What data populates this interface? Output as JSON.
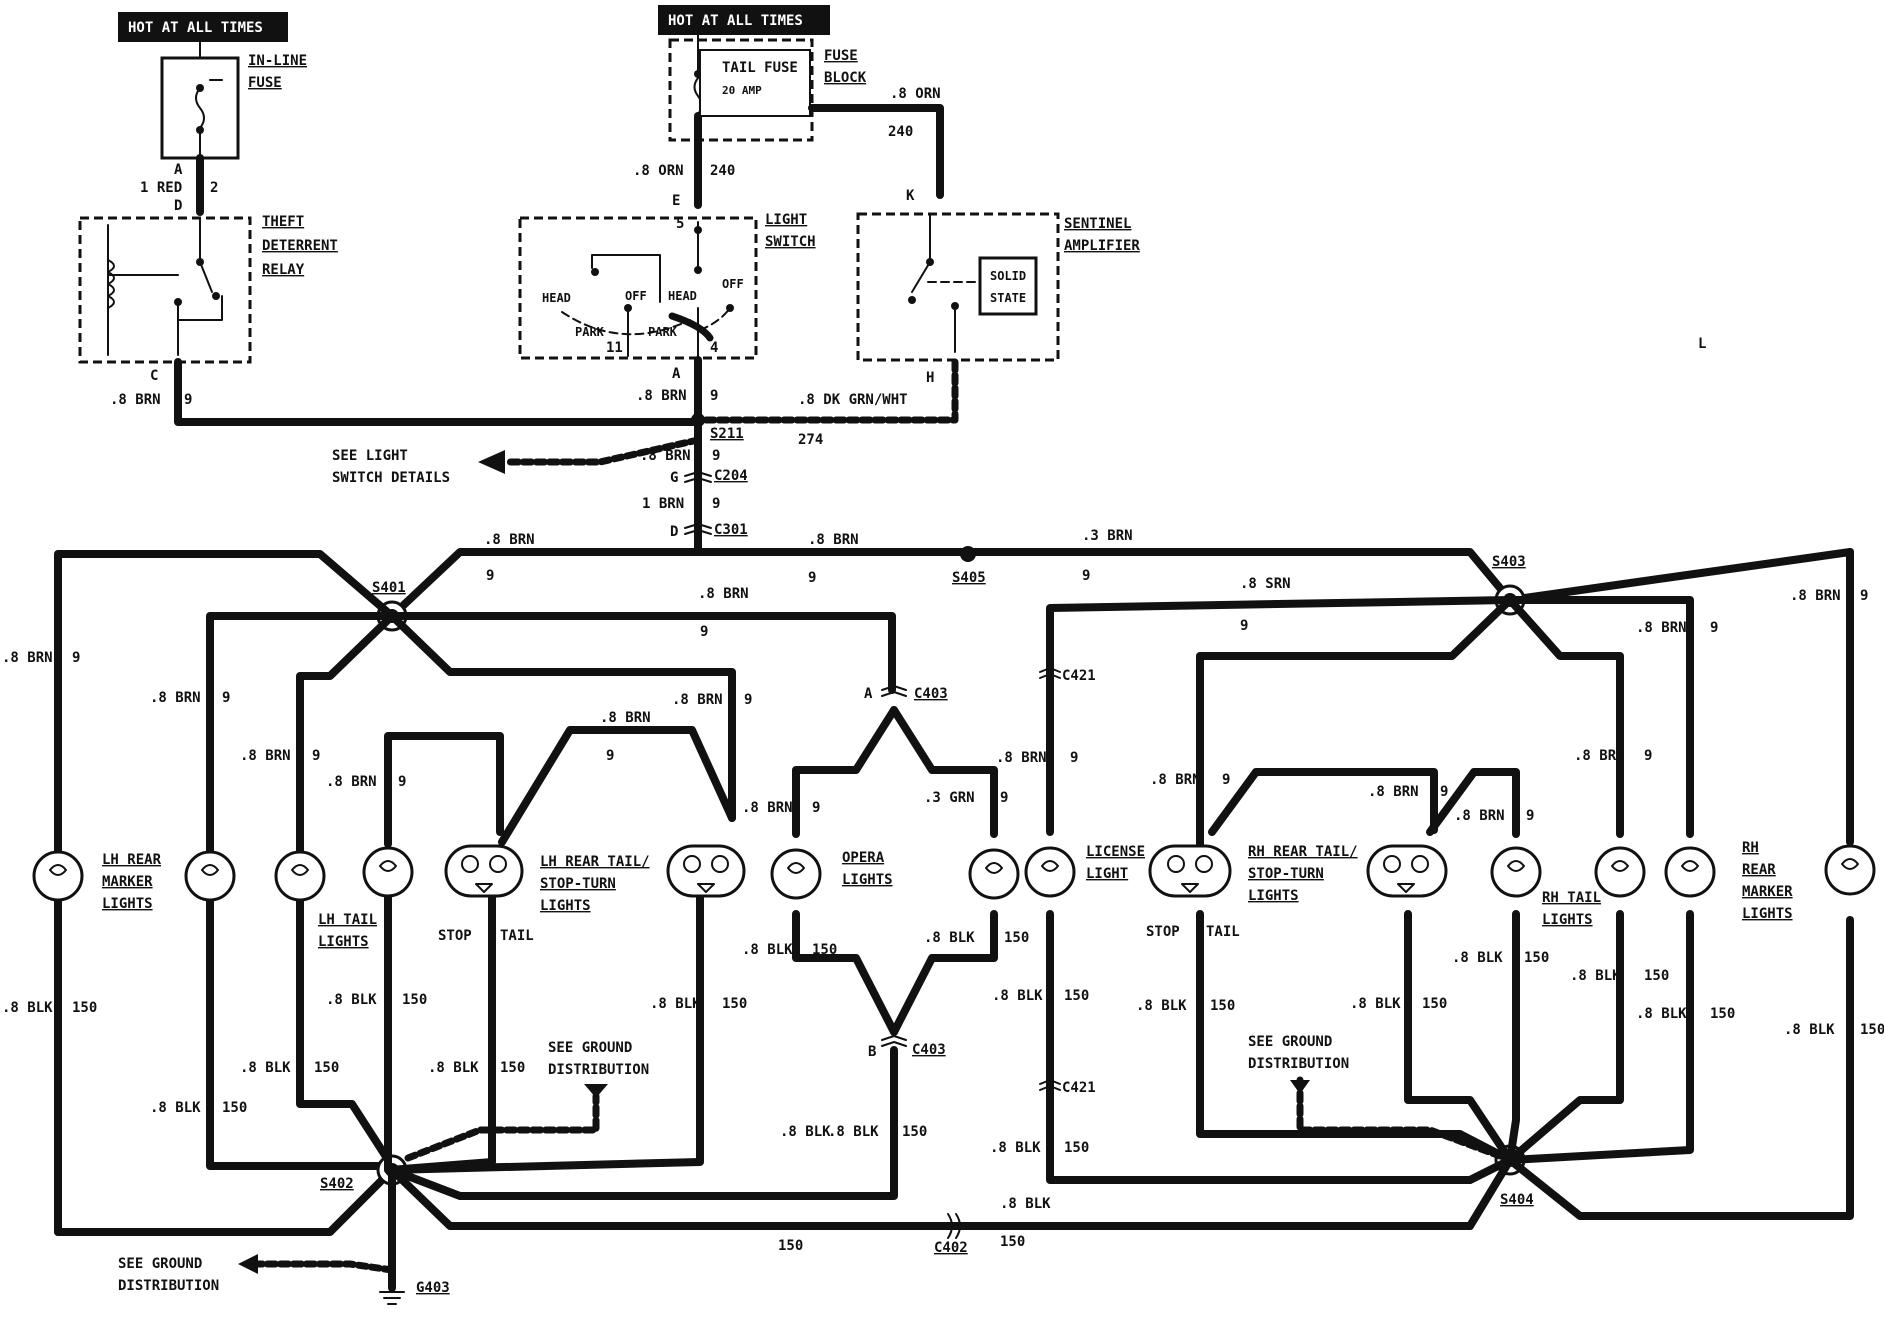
{
  "hot_labels": [
    "HOT AT ALL TIMES",
    "HOT AT ALL TIMES"
  ],
  "inline_fuse": {
    "label_1": "IN-LINE",
    "label_2": "FUSE"
  },
  "tail_fuse": {
    "name": "TAIL FUSE",
    "rating": "20 AMP",
    "block_1": "FUSE",
    "block_2": "BLOCK"
  },
  "theft_relay": {
    "l1": "THEFT",
    "l2": "DETERRENT",
    "l3": "RELAY",
    "in_pin": "A",
    "in_wire": "1 RED",
    "in_circuit": "2",
    "in_pin2": "D",
    "out_pin": "C",
    "out_wire": ".8 BRN",
    "out_circuit": "9"
  },
  "light_switch": {
    "l1": "LIGHT",
    "l2": "SWITCH",
    "in_wire": ".8 ORN",
    "in_circuit": "240",
    "in_pin": "E",
    "in_term": "5",
    "head_left": "HEAD",
    "off_left": "OFF",
    "park_left": "PARK",
    "head_right": "HEAD",
    "off_right": "OFF",
    "park_right": "PARK",
    "term_11": "11",
    "term_4": "4",
    "out_pin": "A",
    "out_wire": ".8 BRN",
    "out_circuit": "9"
  },
  "sentinel": {
    "l1": "SENTINEL",
    "l2": "AMPLIFIER",
    "ss1": "SOLID",
    "ss2": "STATE",
    "in_wire": ".8 ORN",
    "in_circuit": "240",
    "in_pin": "K",
    "out_pin": "H",
    "out_wire": ".8 DK GRN/WHT",
    "out_circuit": "274"
  },
  "splices": {
    "s211": "S211",
    "c204": "C204",
    "c301": "C301",
    "s401": "S401",
    "s402": "S402",
    "s403": "S403",
    "s404": "S404",
    "s405": "S405",
    "c403a": "C403",
    "c403b": "C403",
    "c421a": "C421",
    "c421b": "C421",
    "c402": "C402",
    "g403": "G403"
  },
  "pins": {
    "g": "G",
    "d": "D",
    "a": "A",
    "b": "B"
  },
  "wires": {
    "brn8": ".8 BRN",
    "brn1": "1 BRN",
    "blk8": ".8 BLK",
    "c9": "9",
    "c150": "150",
    "s8brn": ".8 SRN",
    "grn3": ".3 GRN",
    "brn3": ".3 BRN",
    "orn8": ".8 ORN",
    "c240": "240"
  },
  "refs": {
    "light_switch_details_1": "SEE LIGHT",
    "light_switch_details_2": "SWITCH DETAILS",
    "ground_1": "SEE GROUND",
    "ground_2": "DISTRIBUTION"
  },
  "lamps": {
    "lh_marker": [
      "LH REAR",
      "MARKER",
      "LIGHTS"
    ],
    "lh_tail": [
      "LH TAIL",
      "LIGHTS"
    ],
    "lh_stop": [
      "LH REAR TAIL/",
      "STOP-TURN",
      "LIGHTS"
    ],
    "stop": "STOP",
    "tail": "TAIL",
    "opera": [
      "OPERA",
      "LIGHTS"
    ],
    "license": [
      "LICENSE",
      "LIGHT"
    ],
    "rh_stop": [
      "RH REAR TAIL/",
      "STOP-TURN",
      "LIGHTS"
    ],
    "rh_tail": [
      "RH TAIL",
      "LIGHTS"
    ],
    "rh_marker": [
      "RH",
      "REAR",
      "MARKER",
      "LIGHTS"
    ]
  },
  "stray": "L"
}
